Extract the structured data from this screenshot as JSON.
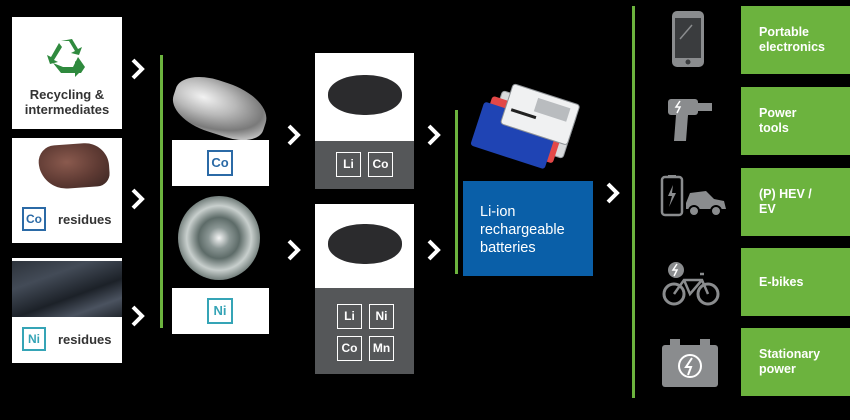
{
  "recycling": {
    "label_line1": "Recycling &",
    "label_line2": "intermediates"
  },
  "residues": {
    "co": {
      "symbol": "Co",
      "label": "residues"
    },
    "ni": {
      "symbol": "Ni",
      "label": "residues"
    }
  },
  "metals": {
    "co": "Co",
    "ni": "Ni"
  },
  "compounds": {
    "lico": [
      "Li",
      "Co"
    ],
    "nmc": [
      "Li",
      "Ni",
      "Co",
      "Mn"
    ]
  },
  "battery": {
    "line1": "Li-ion",
    "line2": "rechargeable",
    "line3": "batteries"
  },
  "applications": [
    {
      "line1": "Portable",
      "line2": "electronics",
      "icon": "smartphone-icon"
    },
    {
      "line1": "Power",
      "line2": "tools",
      "icon": "power-drill-icon"
    },
    {
      "line1": "(P) HEV /",
      "line2": "EV",
      "icon": "electric-car-icon"
    },
    {
      "line1": "E-bikes",
      "line2": "",
      "icon": "e-bike-icon"
    },
    {
      "line1": "Stationary",
      "line2": "power",
      "icon": "battery-storage-icon"
    }
  ],
  "colors": {
    "green": "#6cb33e",
    "blue": "#0a5fa8",
    "dark_gray": "#555759",
    "cobalt_blue": "#2b6aa6",
    "nickel_teal": "#35a4b6"
  }
}
